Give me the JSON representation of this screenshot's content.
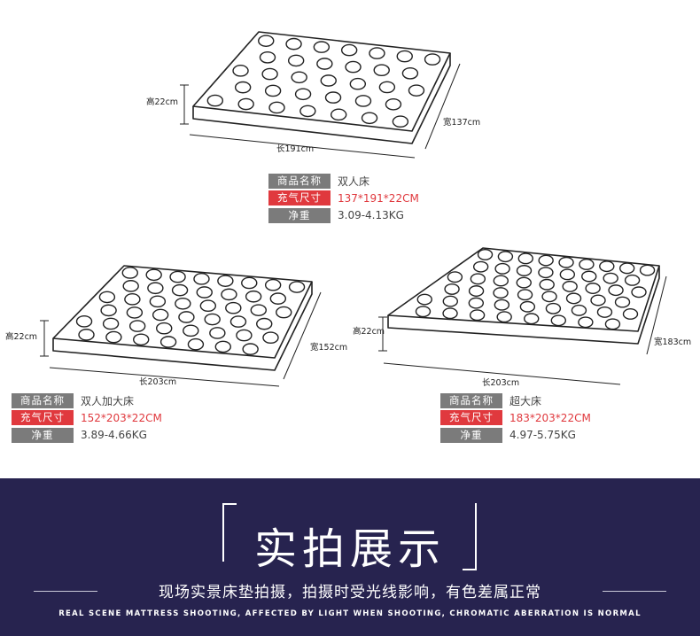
{
  "products": [
    {
      "name_label": "商品名称",
      "name": "双人床",
      "size_label": "充气尺寸",
      "size": "137*191*22CM",
      "weight_label": "净重",
      "weight": "3.09-4.13KG",
      "height": "高22cm",
      "length": "长191cm",
      "width": "宽137cm"
    },
    {
      "name_label": "商品名称",
      "name": "双人加大床",
      "size_label": "充气尺寸",
      "size": "152*203*22CM",
      "weight_label": "净重",
      "weight": "3.89-4.66KG",
      "height": "高22cm",
      "length": "长203cm",
      "width": "宽152cm"
    },
    {
      "name_label": "商品名称",
      "name": "超大床",
      "size_label": "充气尺寸",
      "size": "183*203*22CM",
      "weight_label": "净重",
      "weight": "4.97-5.75KG",
      "height": "高22cm",
      "length": "长203cm",
      "width": "宽183cm"
    }
  ],
  "banner": {
    "title": "实拍展示",
    "subtitle": "现场实景床垫拍摄，拍摄时受光线影响，有色差属正常",
    "english": "REAL SCENE MATTRESS SHOOTING, AFFECTED BY LIGHT WHEN SHOOTING, CHROMATIC ABERRATION IS NORMAL"
  },
  "colors": {
    "accent_red": "#e0393e",
    "label_grey": "#7b7b7b",
    "banner_bg": "#27234f"
  }
}
